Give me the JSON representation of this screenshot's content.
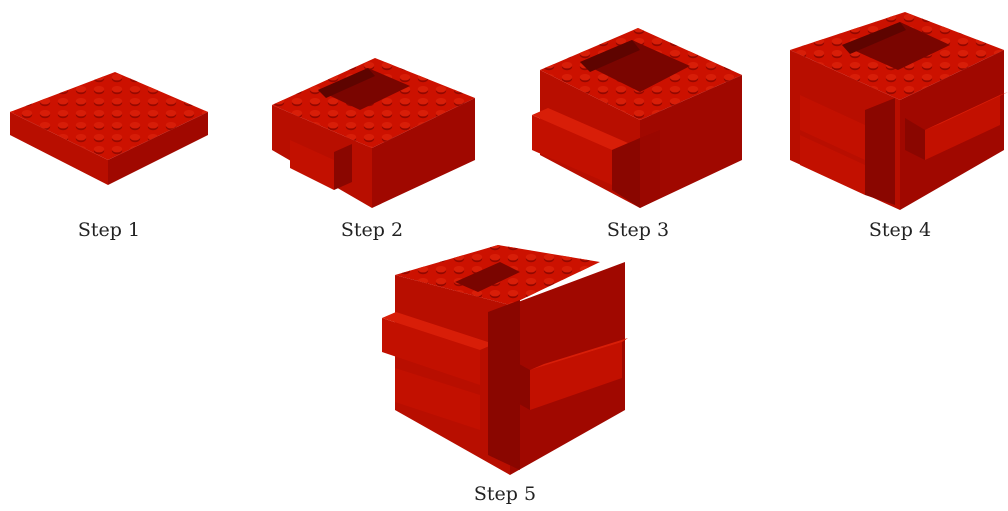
{
  "steps": [
    {
      "label": "Step 1"
    },
    {
      "label": "Step 2"
    },
    {
      "label": "Step 3"
    },
    {
      "label": "Step 4"
    },
    {
      "label": "Step 5"
    }
  ],
  "colors": {
    "brick_top": "#cc1100",
    "brick_left": "#b80e00",
    "brick_right": "#a00800",
    "brick_dark": "#7a0500",
    "stud": "#d81e08",
    "stud_shadow": "#930700",
    "label": "#222222"
  }
}
